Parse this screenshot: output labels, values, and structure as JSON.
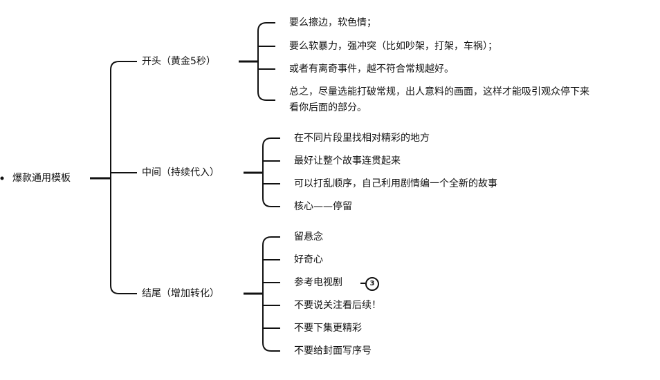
{
  "root": {
    "label": "爆款通用模板"
  },
  "branches": [
    {
      "label": "开头（黄金5秒）",
      "children": [
        "要么擦边，软色情；",
        "要么软暴力，强冲突（比如吵架，打架，车祸）；",
        "或者有离奇事件，越不符合常规越好。",
        "总之，尽量选能打破常规，出人意料的画面，这样才能吸引观众停下来",
        "看你后面的部分。"
      ]
    },
    {
      "label": "中间（持续代入）",
      "children": [
        "在不同片段里找相对精彩的地方",
        "最好让整个故事连贯起来",
        "可以打乱顺序，自己利用剧情编一个全新的故事",
        "核心——停留"
      ]
    },
    {
      "label": "结尾（增加转化）",
      "children": [
        "留悬念",
        "好奇心",
        "参考电视剧",
        "不要说关注看后续！",
        "不要下集更精彩",
        "不要给封面写序号"
      ]
    }
  ],
  "badge": {
    "count": "3"
  }
}
